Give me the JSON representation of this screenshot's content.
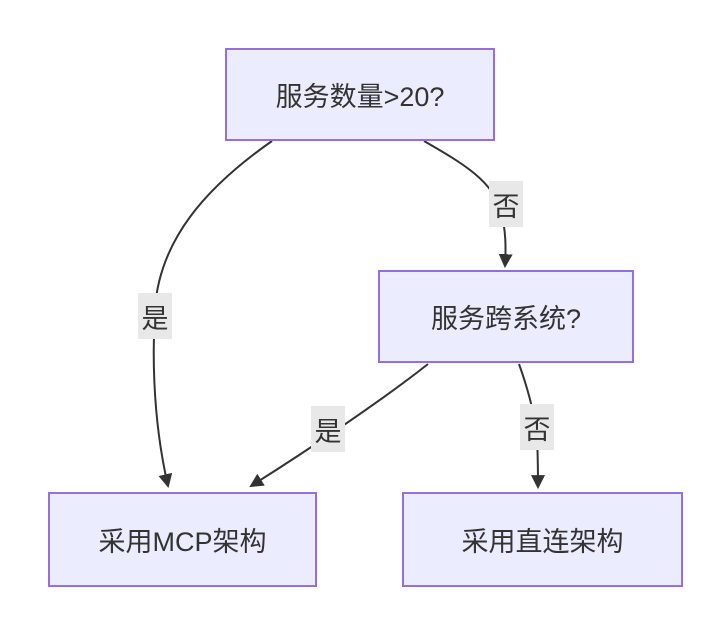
{
  "diagram": {
    "type": "flowchart",
    "direction": "top-down",
    "nodes": [
      {
        "id": "A",
        "label": "服务数量>20?"
      },
      {
        "id": "B",
        "label": "服务跨系统?"
      },
      {
        "id": "C",
        "label": "采用MCP架构"
      },
      {
        "id": "D",
        "label": "采用直连架构"
      }
    ],
    "edges": [
      {
        "from": "服务数量>20?",
        "to": "采用MCP架构",
        "label": "是"
      },
      {
        "from": "服务数量>20?",
        "to": "服务跨系统?",
        "label": "否"
      },
      {
        "from": "服务跨系统?",
        "to": "采用MCP架构",
        "label": "是"
      },
      {
        "from": "服务跨系统?",
        "to": "采用直连架构",
        "label": "否"
      }
    ],
    "colors": {
      "background": "#ffffff",
      "node_fill": "#ECECFF",
      "node_border": "#9370DB",
      "edge_line": "#333333",
      "edge_label_bg": "#e8e8e8",
      "text": "#333333"
    }
  }
}
